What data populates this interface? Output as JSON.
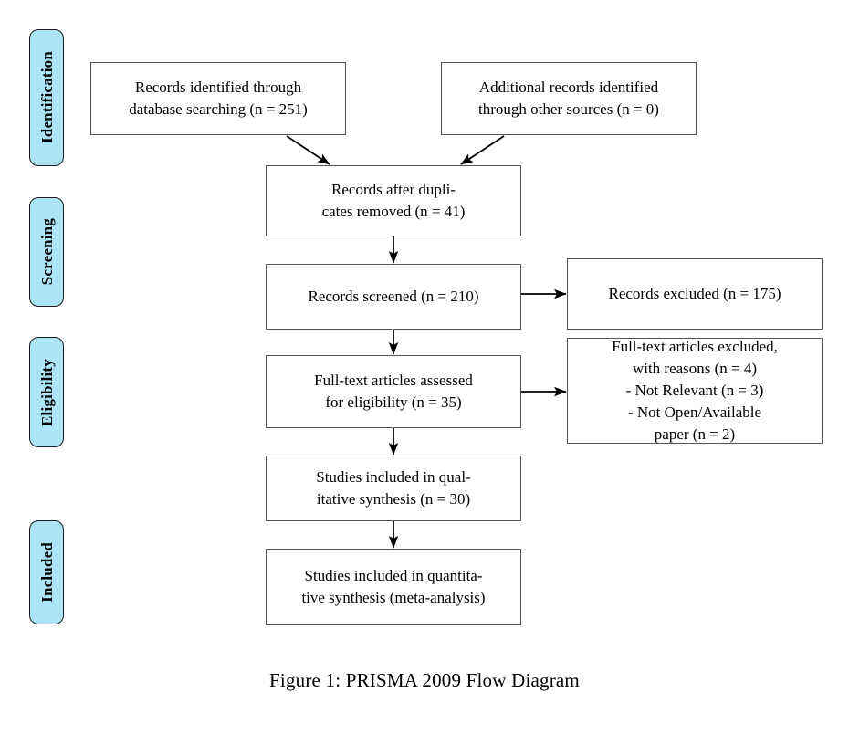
{
  "figure": {
    "caption": "Figure 1: PRISMA 2009 Flow Diagram",
    "title": "PRISMA 2009 Flow Diagram"
  },
  "stages": [
    {
      "label": "Identification"
    },
    {
      "label": "Screening"
    },
    {
      "label": "Eligibility"
    },
    {
      "label": "Included"
    }
  ],
  "boxes": {
    "records_identified": {
      "text": "Records identified through\ndatabase searching (n = 251)",
      "n": 251
    },
    "additional_records": {
      "text": "Additional records identified\nthrough other sources (n = 0)",
      "n": 0
    },
    "duplicates_removed": {
      "text": "Records after dupli-\ncates removed (n = 41)",
      "n": 41
    },
    "records_screened": {
      "text": "Records screened (n = 210)",
      "n": 210
    },
    "records_excluded": {
      "text": "Records excluded (n = 175)",
      "n": 175
    },
    "fulltext_assessed": {
      "text": "Full-text articles assessed\nfor eligibility (n = 35)",
      "n": 35
    },
    "fulltext_excluded": {
      "text": "Full-text articles excluded,\nwith reasons (n = 4)\n- Not Relevant (n = 3)\n- Not Open/Available\npaper (n = 2)",
      "n": 4,
      "reasons": [
        {
          "label": "- Not Relevant (n = 3)",
          "n": 3
        },
        {
          "label": "- Not Open/Available paper (n = 2)",
          "n": 2
        }
      ]
    },
    "qualitative_synthesis": {
      "text": "Studies included in qual-\nitative synthesis (n = 30)",
      "n": 30
    },
    "quantitative_synthesis": {
      "text": "Studies included in quantita-\ntive synthesis (meta-analysis)",
      "n": null
    }
  },
  "colors": {
    "stage_fill": "#ace5f7",
    "stage_border": "#1a1a1a",
    "box_border": "#555555",
    "arrow": "#000000",
    "background": "#ffffff",
    "text": "#000000"
  }
}
